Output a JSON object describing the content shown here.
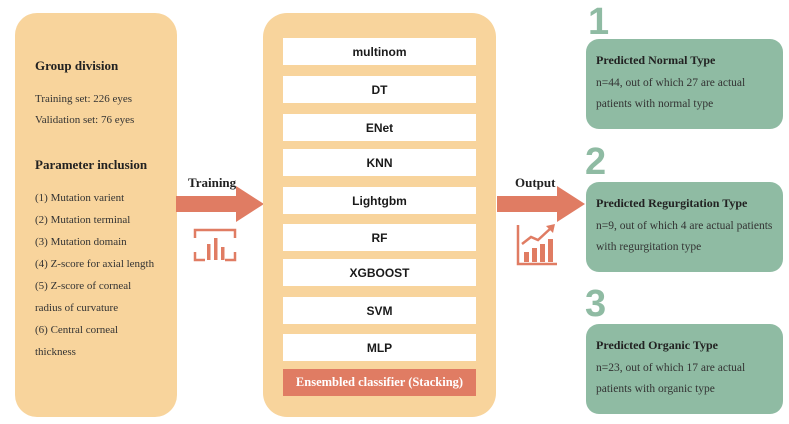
{
  "left": {
    "group_heading": "Group division",
    "training_set": "Training set: 226 eyes",
    "validation_set": "Validation set: 76 eyes",
    "param_heading": "Parameter inclusion",
    "params": [
      "(1) Mutation varient",
      "(2) Mutation terminal",
      "(3) Mutation domain",
      "(4) Z-score for axial length",
      "(5) Z-score of corneal",
      "radius of curvature",
      "(6) Central corneal",
      "thickness"
    ]
  },
  "arrows": {
    "training_label": "Training",
    "output_label": "Output"
  },
  "models": [
    "multinom",
    "DT",
    "ENet",
    "KNN",
    "Lightgbm",
    "RF",
    "XGBOOST",
    "SVM",
    "MLP"
  ],
  "ensemble": "Ensembled classifier (Stacking)",
  "outputs": [
    {
      "number": "1",
      "title": "Predicted Normal Type",
      "desc": "n=44, out of which 27 are actual patients with normal type"
    },
    {
      "number": "2",
      "title": "Predicted Regurgitation Type",
      "desc": "n=9, out of which 4 are actual patients with regurgitation type"
    },
    {
      "number": "3",
      "title": "Predicted Organic Type",
      "desc": "n=23, out of which 17 are actual patients with organic type"
    }
  ],
  "colors": {
    "panel": "#f8d49c",
    "arrow": "#e07c63",
    "output_card": "#8fbba3",
    "white": "#ffffff"
  }
}
